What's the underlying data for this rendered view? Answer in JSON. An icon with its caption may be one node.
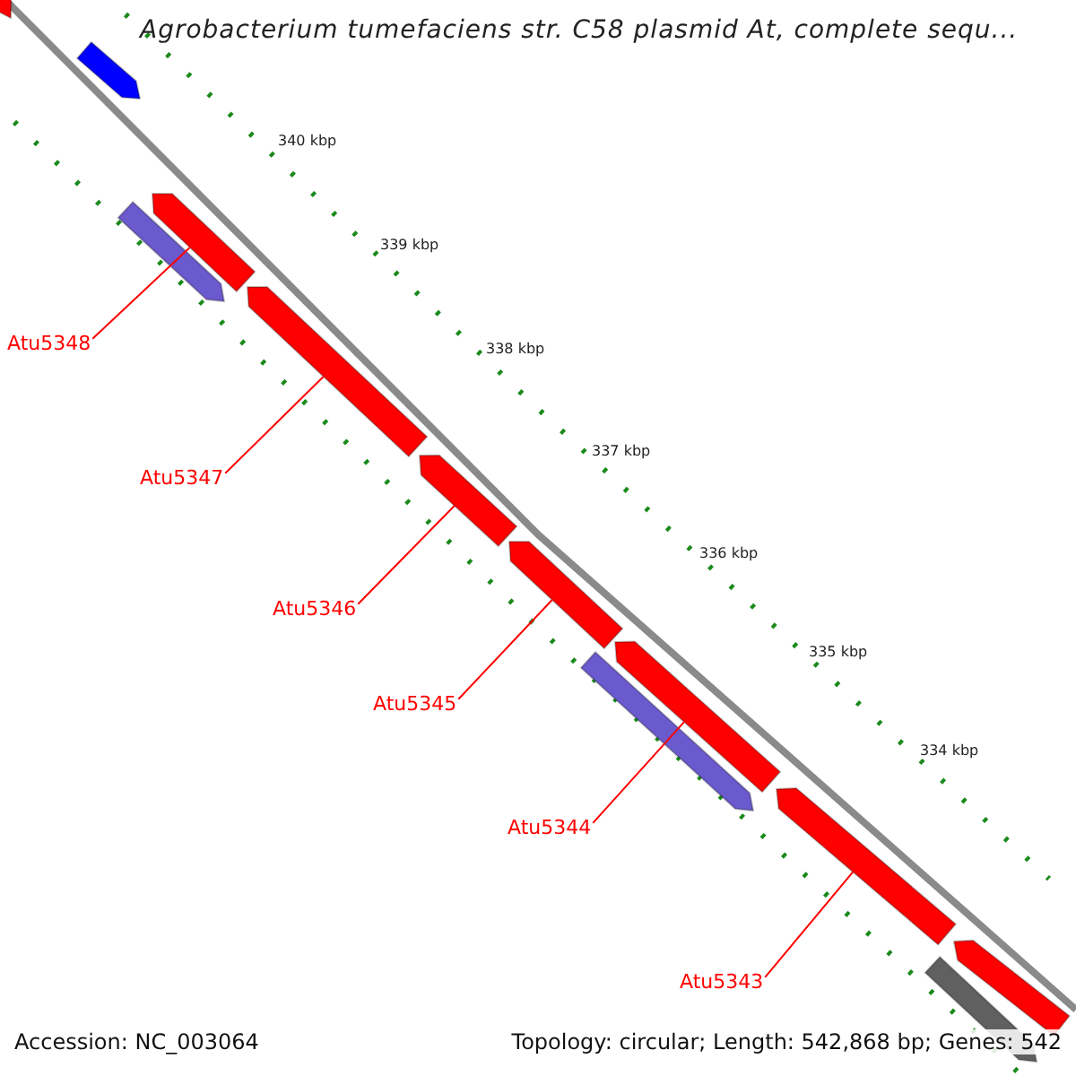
{
  "diagram": {
    "title": "Agrobacterium tumefaciens str. C58 plasmid At, complete sequ...",
    "nodes": [
      {
        "text": [
          "Atu5348"
        ]
      },
      {
        "text": [
          "Atu5347"
        ]
      },
      {
        "text": [
          "Atu5346"
        ]
      },
      {
        "text": [
          "Atu5345"
        ]
      },
      {
        "text": [
          "Atu5344"
        ]
      },
      {
        "text": [
          "Atu5343"
        ]
      },
      {
        "text": [],
        "shape": "bar"
      },
      {
        "text": [],
        "shape": "bar"
      },
      {
        "text": [],
        "shape": "bar"
      },
      {
        "text": [],
        "shape": "bar"
      },
      {
        "text": [],
        "shape": "bar"
      },
      {
        "text": [],
        "shape": "bar"
      },
      {
        "text": [],
        "shape": "bar"
      },
      {
        "text": [],
        "shape": "bar"
      },
      {
        "text": [],
        "shape": "bar"
      },
      {
        "text": [],
        "shape": "bar"
      },
      {
        "text": [],
        "shape": "bar"
      },
      {
        "text": [],
        "shape": "bar"
      }
    ],
    "edges": [
      {
        "from": 0,
        "to": 8,
        "arrow": "none"
      },
      {
        "from": 1,
        "to": 10,
        "arrow": "none"
      },
      {
        "from": 2,
        "to": 11,
        "arrow": "none"
      },
      {
        "from": 3,
        "to": 12,
        "arrow": "none"
      },
      {
        "from": 4,
        "to": 14,
        "arrow": "none"
      },
      {
        "from": 5,
        "to": 15,
        "arrow": "none"
      }
    ],
    "labels": [
      "340 kbp",
      "339 kbp",
      "338 kbp",
      "337 kbp",
      "336 kbp",
      "335 kbp",
      "334 kbp",
      "Accession: NC_003064",
      "Topology: circular; Length: 542,868 bp; Genes: 542"
    ]
  }
}
